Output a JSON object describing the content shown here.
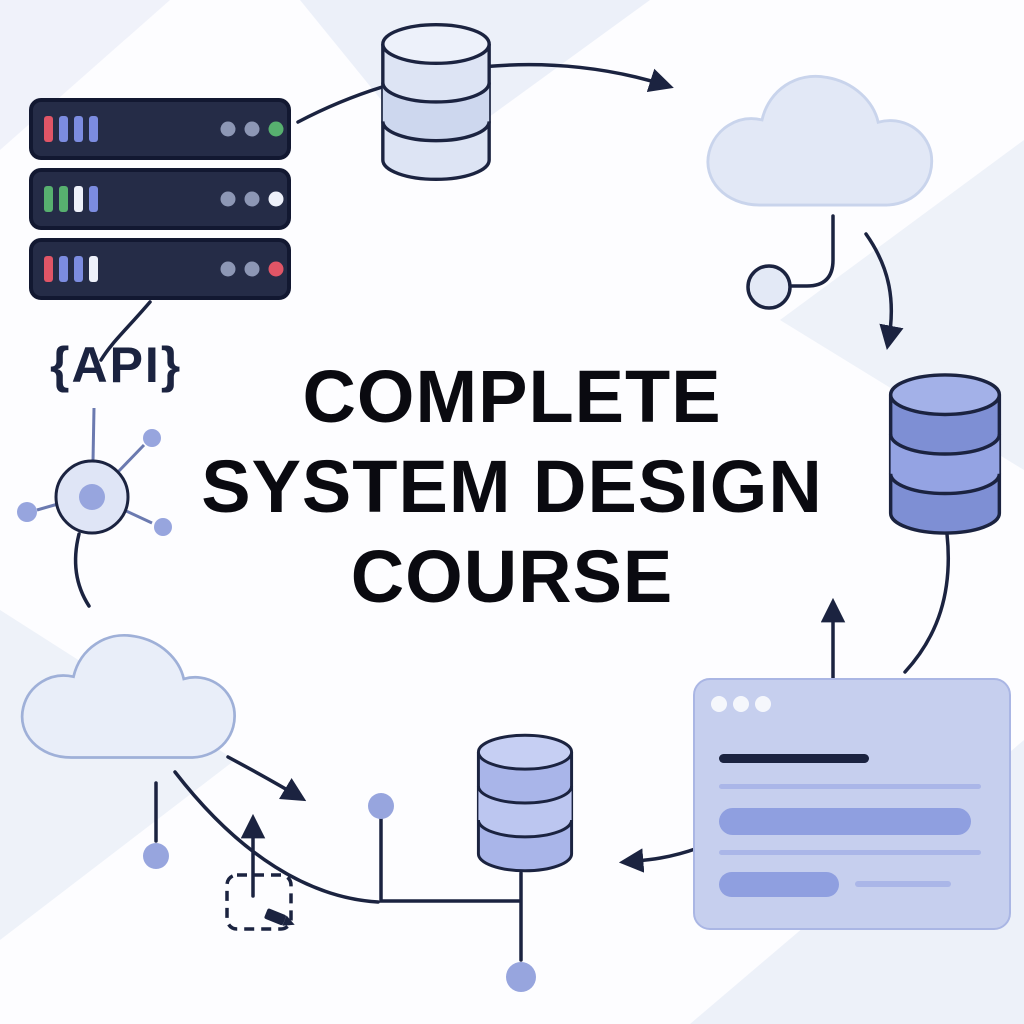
{
  "title": {
    "lines": [
      "COMPLETE",
      "SYSTEM DESIGN",
      "COURSE"
    ]
  },
  "api": {
    "label": "{API}"
  },
  "icons": {
    "server_rack": "server-rack-icon",
    "database_top": "database-cylinder-icon",
    "cloud_top_right": "cloud-icon",
    "database_right": "database-cylinder-icon",
    "browser_window": "browser-window-icon",
    "database_bottom": "database-cylinder-icon",
    "cloud_bottom_left": "cloud-icon",
    "api_hub": "api-hub-icon",
    "edit_box": "edit-pencil-icon",
    "flow_arrows": "arrow-icon"
  },
  "colors": {
    "outline_navy": "#1b2340",
    "server_body": "#252c47",
    "periwinkle": "#7e8fd4",
    "periwinkle_light": "#aab6e8",
    "cloud_fill": "#e2e8f6",
    "card_fill": "#c6cfee",
    "accent_green": "#57b06f",
    "accent_red": "#e05566",
    "background_tint": "#e7ecf7",
    "title_color": "#0a0a10"
  }
}
